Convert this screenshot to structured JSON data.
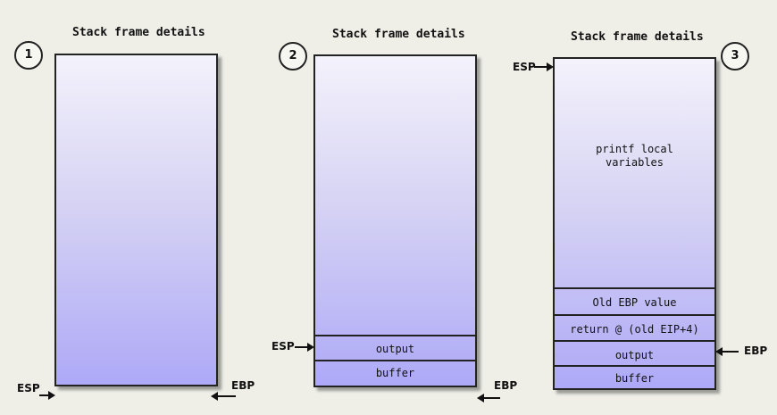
{
  "panels": [
    {
      "number": "1",
      "title": "Stack frame details",
      "esp_label": "ESP",
      "ebp_label": "EBP"
    },
    {
      "number": "2",
      "title": "Stack frame details",
      "cells": [
        "output",
        "buffer"
      ],
      "esp_label": "ESP",
      "ebp_label": "EBP"
    },
    {
      "number": "3",
      "title": "Stack frame details",
      "top_label": "printf local\nvariables",
      "cells": [
        "Old EBP value",
        "return @ (old EIP+4)",
        "output",
        "buffer"
      ],
      "esp_label": "ESP",
      "ebp_label": "EBP"
    }
  ]
}
